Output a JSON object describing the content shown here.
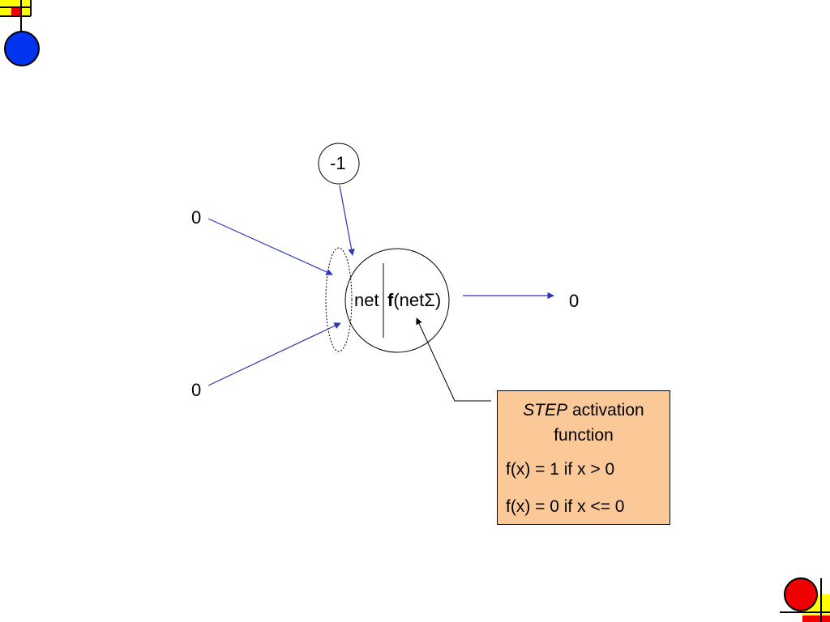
{
  "diagram": {
    "bias_input": "-1",
    "input_1": "0",
    "input_2": "0",
    "output": "0",
    "net_label": "net",
    "activation_func": "f",
    "activation_arg": "(netΣ)"
  },
  "note": {
    "title_italic": "STEP",
    "title_rest": " activation function",
    "rule_1": "f(x) = 1 if x > 0",
    "rule_2": "f(x) = 0 if x <= 0"
  },
  "colors": {
    "arrow_blue": "#2b35b8",
    "note_fill": "#fbc997",
    "corner_blue": "#0033ee",
    "corner_red": "#ee0000",
    "corner_yellow": "#ffff00"
  }
}
